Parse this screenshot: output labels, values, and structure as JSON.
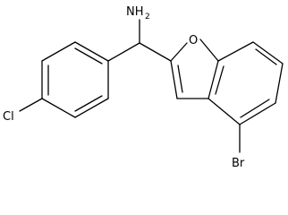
{
  "molecule": {
    "atoms": {
      "amine": "NH",
      "amine_subscript": "2",
      "oxygen": "O",
      "chlorine": "Cl",
      "bromine": "Br"
    }
  }
}
